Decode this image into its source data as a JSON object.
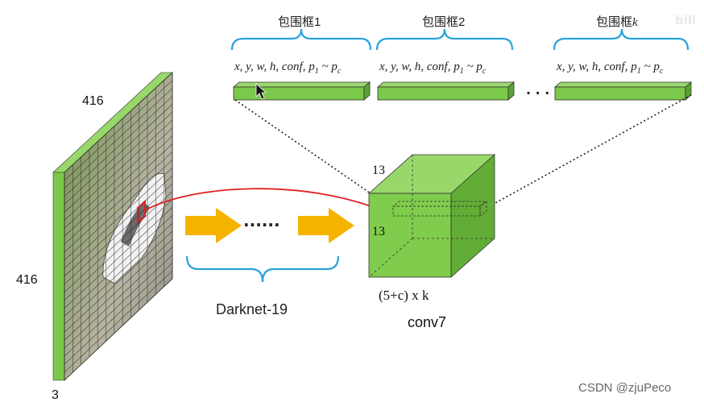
{
  "colors": {
    "green": "#7cc84a",
    "green_dark": "#4e9a26",
    "green_cube_front": "#80cc4c",
    "green_cube_top": "#98d86a",
    "green_cube_side": "#62ad36",
    "bracket_blue": "#2aa3dc",
    "arrow_orange": "#f5b300",
    "red": "#e02020"
  },
  "boxes": [
    {
      "label": "包围框1",
      "formula": "x, y, w, h, conf, p",
      "sub1": "1",
      "tilde": " ~ p",
      "sub2": "c"
    },
    {
      "label": "包围框2",
      "formula": "x, y, w, h, conf, p",
      "sub1": "1",
      "tilde": " ~ p",
      "sub2": "c"
    },
    {
      "label": "包围框",
      "label_k": "k",
      "formula": "x, y, w, h, conf, p",
      "sub1": "1",
      "tilde": " ~ p",
      "sub2": "c"
    }
  ],
  "ellipsis_top": "· · ·",
  "ellipsis_mid": "······",
  "image_block": {
    "width_label": "416",
    "height_label": "416",
    "depth_label": "3"
  },
  "network_label": "Darknet-19",
  "cube": {
    "top_label": "13",
    "side_label": "13",
    "depth_label": "(5+c) x k",
    "layer_label": "conv7"
  },
  "watermark": "CSDN @zjuPeco",
  "corner_logo": "bili"
}
